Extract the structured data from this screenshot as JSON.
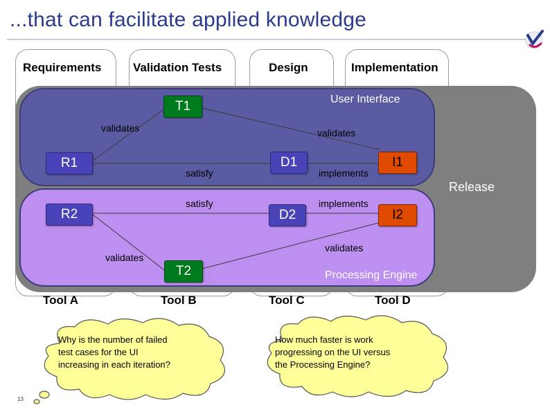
{
  "slide": {
    "title": "...that can facilitate applied knowledge",
    "page_number": "13"
  },
  "columns": {
    "heads": [
      "Requirements",
      "Validation Tests",
      "Design",
      "Implementation"
    ],
    "tools": [
      "Tool A",
      "Tool B",
      "Tool C",
      "Tool D"
    ]
  },
  "bands": {
    "user_interface": "User Interface",
    "processing_engine": "Processing Engine",
    "release": "Release"
  },
  "nodes": {
    "t1": "T1",
    "t2": "T2",
    "r1": "R1",
    "r2": "R2",
    "d1": "D1",
    "d2": "D2",
    "i1": "I1",
    "i2": "I2"
  },
  "edge_labels": {
    "validates_t1_r1": "validates",
    "validates_t1_i1": "validates",
    "satisfy_r1_d1": "satisfy",
    "satisfy_r2_d2": "satisfy",
    "implements_d1_i1": "implements",
    "implements_d2_i2": "implements",
    "validates_t2_r2": "validates",
    "validates_t2_i2": "validates"
  },
  "notes": {
    "left": "Why is the number of failed test cases for the UI increasing in each iteration?",
    "right": "How much faster is work progressing on the UI versus the Processing Engine?"
  },
  "colors": {
    "title": "#2a3a8c",
    "ui_band": "#5b5ba3",
    "pe_band": "#bd8ff0",
    "release_band": "#7f7f7f",
    "test_node": "#007a1f",
    "req_design_node": "#4a43b8",
    "impl_node": "#e04a00",
    "cloud": "#ffff99"
  }
}
